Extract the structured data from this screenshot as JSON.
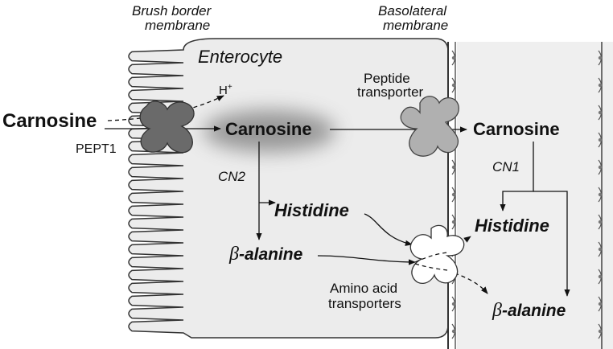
{
  "labels": {
    "brush_border_line1": "Brush border",
    "brush_border_line2": "membrane",
    "basolateral_line1": "Basolateral",
    "basolateral_line2": "membrane",
    "enterocyte": "Enterocyte",
    "h_plus": "H",
    "h_plus_sup": "+",
    "carnosine_lumen": "Carnosine",
    "pept1": "PEPT1",
    "carnosine_cell": "Carnosine",
    "peptide_transporter_line1": "Peptide",
    "peptide_transporter_line2": "transporter",
    "carnosine_blood": "Carnosine",
    "cn2": "CN2",
    "cn1": "CN1",
    "histidine_cell": "Histidine",
    "histidine_blood": "Histidine",
    "beta_symbol": "β",
    "alanine_suffix": "-alanine",
    "amino_acid_line1": "Amino acid",
    "amino_acid_line2": "transporters"
  },
  "colors": {
    "cell_fill": "#ececec",
    "blood_fill": "#efefef",
    "pept1_fill": "#6a6a6a",
    "peptide_transporter_fill": "#b0b0b0",
    "amino_transporter_fill": "#ffffff",
    "cell_edge": "#333333"
  }
}
